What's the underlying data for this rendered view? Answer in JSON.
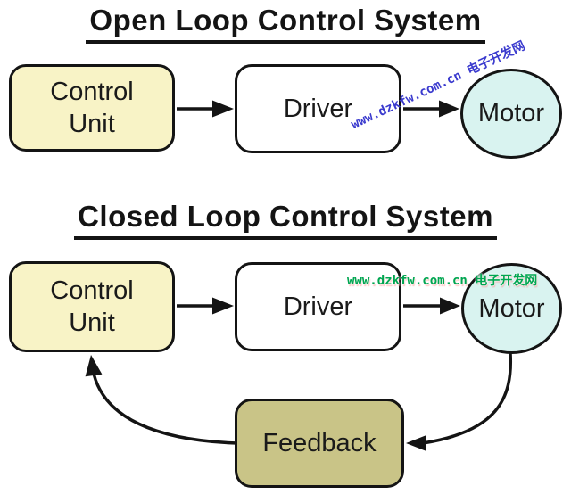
{
  "sections": [
    {
      "title": "Open Loop Control System",
      "nodes": [
        {
          "id": "control-unit",
          "label": "Control Unit",
          "shape": "rounded-rect",
          "fill": "#f8f3c6"
        },
        {
          "id": "driver",
          "label": "Driver",
          "shape": "rounded-rect",
          "fill": "#ffffff"
        },
        {
          "id": "motor",
          "label": "Motor",
          "shape": "circle",
          "fill": "#d9f3f0"
        }
      ],
      "edges": [
        {
          "from": "control-unit",
          "to": "driver"
        },
        {
          "from": "driver",
          "to": "motor"
        }
      ]
    },
    {
      "title": "Closed Loop Control System",
      "nodes": [
        {
          "id": "control-unit",
          "label": "Control Unit",
          "shape": "rounded-rect",
          "fill": "#f8f3c6"
        },
        {
          "id": "driver",
          "label": "Driver",
          "shape": "rounded-rect",
          "fill": "#ffffff"
        },
        {
          "id": "motor",
          "label": "Motor",
          "shape": "circle",
          "fill": "#d9f3f0"
        },
        {
          "id": "feedback",
          "label": "Feedback",
          "shape": "rounded-rect",
          "fill": "#c9c487"
        }
      ],
      "edges": [
        {
          "from": "control-unit",
          "to": "driver"
        },
        {
          "from": "driver",
          "to": "motor"
        },
        {
          "from": "motor",
          "to": "feedback"
        },
        {
          "from": "feedback",
          "to": "control-unit"
        }
      ]
    }
  ],
  "watermarks": [
    {
      "text": "www.dzkfw.com.cn 电子开发网",
      "color": "#3a3ace",
      "orientation": "diagonal"
    },
    {
      "text": "www.dzkfw.com.cn 电子开发网",
      "color": "#00a651",
      "orientation": "horizontal"
    }
  ],
  "colors": {
    "background": "#ffffff",
    "border": "#141414",
    "title_text": "#141414",
    "node_text": "#1a1a1a",
    "control_unit_fill": "#f8f3c6",
    "driver_fill": "#ffffff",
    "motor_fill": "#d9f3f0",
    "feedback_fill": "#c9c487",
    "arrow": "#141414"
  }
}
